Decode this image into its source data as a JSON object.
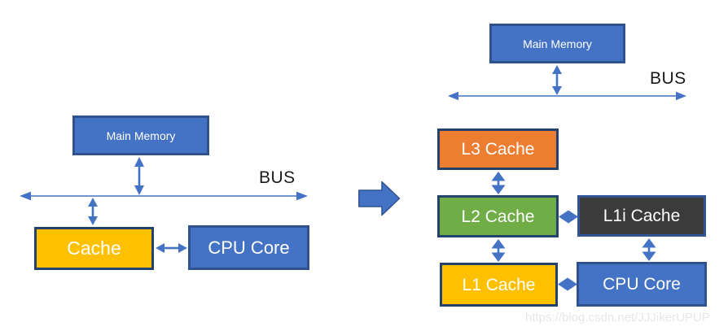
{
  "left_diagram": {
    "main_memory": "Main Memory",
    "bus_label": "BUS",
    "cache": "Cache",
    "cpu_core": "CPU Core"
  },
  "right_diagram": {
    "main_memory": "Main Memory",
    "bus_label": "BUS",
    "l3_cache": "L3 Cache",
    "l2_cache": "L2 Cache",
    "l1i_cache": "L1i Cache",
    "l1_cache": "L1 Cache",
    "cpu_core": "CPU Core"
  },
  "watermark": "https://blog.csdn.net/JJJikerUPUP",
  "colors": {
    "blue_fill": "#4472C4",
    "blue_border": "#2F528F",
    "dark_navy_border": "#24436C",
    "orange_fill": "#ED7D31",
    "green_fill": "#70AD47",
    "yellow_fill": "#FFC000",
    "dark_gray_fill": "#3B3B3B",
    "arrow_blue": "#4472C4",
    "bus_text": "#1A1A1A",
    "watermark_gray": "#E7E7E7",
    "box_text": "#FFFFFF"
  }
}
